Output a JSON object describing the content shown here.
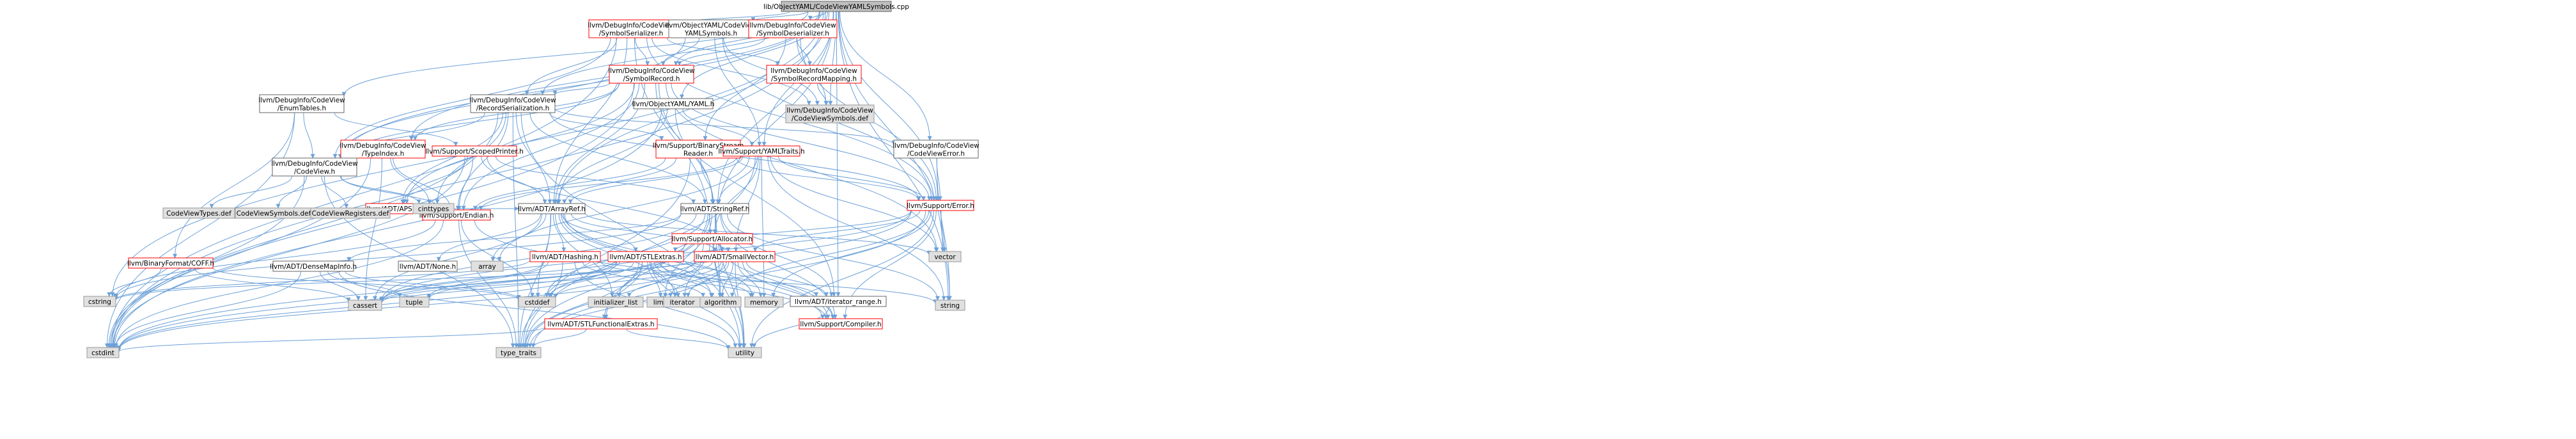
{
  "graph_title": "lib/ObjectYAML/CodeViewYAMLSymbols.cpp",
  "colors": {
    "root_fill": "#bfbfbf",
    "root_stroke": "#666666",
    "documented_stroke": "#ff0000",
    "undocumented_stroke": "#666666",
    "external_fill": "#e0e0e0",
    "external_stroke": "#999999",
    "edge": "#6ca0d8"
  },
  "nodes": {
    "root": {
      "lines": [
        "lib/ObjectYAML/CodeViewYAMLSymbols.cpp"
      ],
      "kind": "root"
    },
    "symserializer": {
      "lines": [
        "llvm/DebugInfo/CodeView",
        "/SymbolSerializer.h"
      ],
      "kind": "doc"
    },
    "yamlsymbols": {
      "lines": [
        "llvm/ObjectYAML/CodeView",
        "YAMLSymbols.h"
      ],
      "kind": "plain"
    },
    "symdeserializer": {
      "lines": [
        "llvm/DebugInfo/CodeView",
        "/SymbolDeserializer.h"
      ],
      "kind": "doc"
    },
    "symrecord": {
      "lines": [
        "llvm/DebugInfo/CodeView",
        "/SymbolRecord.h"
      ],
      "kind": "doc"
    },
    "symrecordmapping": {
      "lines": [
        "llvm/DebugInfo/CodeView",
        "/SymbolRecordMapping.h"
      ],
      "kind": "doc"
    },
    "cvsymbolsdef_top": {
      "lines": [
        "llvm/DebugInfo/CodeView",
        "/CodeViewSymbols.def"
      ],
      "kind": "external"
    },
    "enumtables": {
      "lines": [
        "llvm/DebugInfo/CodeView",
        "/EnumTables.h"
      ],
      "kind": "plain"
    },
    "recordser": {
      "lines": [
        "llvm/DebugInfo/CodeView",
        "/RecordSerialization.h"
      ],
      "kind": "plain"
    },
    "objyaml": {
      "lines": [
        "llvm/ObjectYAML/YAML.h"
      ],
      "kind": "plain"
    },
    "cverror": {
      "lines": [
        "llvm/DebugInfo/CodeView",
        "/CodeViewError.h"
      ],
      "kind": "plain"
    },
    "typeindex": {
      "lines": [
        "llvm/DebugInfo/CodeView",
        "/TypeIndex.h"
      ],
      "kind": "doc"
    },
    "scopedprinter": {
      "lines": [
        "llvm/Support/ScopedPrinter.h"
      ],
      "kind": "doc"
    },
    "bsreader": {
      "lines": [
        "llvm/Support/BinaryStream",
        "Reader.h"
      ],
      "kind": "doc"
    },
    "yamltraits": {
      "lines": [
        "llvm/Support/YAMLTraits.h"
      ],
      "kind": "doc"
    },
    "codeview": {
      "lines": [
        "llvm/DebugInfo/CodeView",
        "/CodeView.h"
      ],
      "kind": "plain"
    },
    "apsint": {
      "lines": [
        "llvm/ADT/APSInt.h"
      ],
      "kind": "doc"
    },
    "endian": {
      "lines": [
        "llvm/Support/Endian.h"
      ],
      "kind": "doc"
    },
    "arrayref": {
      "lines": [
        "llvm/ADT/ArrayRef.h"
      ],
      "kind": "plain"
    },
    "stringref": {
      "lines": [
        "llvm/ADT/StringRef.h"
      ],
      "kind": "plain"
    },
    "allocator": {
      "lines": [
        "llvm/Support/Allocator.h"
      ],
      "kind": "doc"
    },
    "error": {
      "lines": [
        "llvm/Support/Error.h"
      ],
      "kind": "doc"
    },
    "coff": {
      "lines": [
        "llvm/BinaryFormat/COFF.h"
      ],
      "kind": "doc"
    },
    "cvtypesdef": {
      "lines": [
        "CodeViewTypes.def"
      ],
      "kind": "external"
    },
    "cvsymbolsdef": {
      "lines": [
        "CodeViewSymbols.def"
      ],
      "kind": "external"
    },
    "cvregistersdef": {
      "lines": [
        "CodeViewRegisters.def"
      ],
      "kind": "external"
    },
    "cinttypes": {
      "lines": [
        "cinttypes"
      ],
      "kind": "external"
    },
    "densemapinfo": {
      "lines": [
        "llvm/ADT/DenseMapInfo.h"
      ],
      "kind": "plain"
    },
    "none": {
      "lines": [
        "llvm/ADT/None.h"
      ],
      "kind": "plain"
    },
    "array": {
      "lines": [
        "array"
      ],
      "kind": "external"
    },
    "hashing": {
      "lines": [
        "llvm/ADT/Hashing.h"
      ],
      "kind": "doc"
    },
    "stlextras": {
      "lines": [
        "llvm/ADT/STLExtras.h"
      ],
      "kind": "doc"
    },
    "smallvector": {
      "lines": [
        "llvm/ADT/SmallVector.h"
      ],
      "kind": "doc"
    },
    "vector": {
      "lines": [
        "vector"
      ],
      "kind": "external"
    },
    "stlfunc": {
      "lines": [
        "llvm/ADT/STLFunctionalExtras.h"
      ],
      "kind": "doc"
    },
    "iterrange": {
      "lines": [
        "llvm/ADT/iterator_range.h"
      ],
      "kind": "plain"
    },
    "compiler": {
      "lines": [
        "llvm/Support/Compiler.h"
      ],
      "kind": "doc"
    },
    "cstring": {
      "lines": [
        "cstring"
      ],
      "kind": "external"
    },
    "cassert": {
      "lines": [
        "cassert"
      ],
      "kind": "external"
    },
    "tuple": {
      "lines": [
        "tuple"
      ],
      "kind": "external"
    },
    "cstddef": {
      "lines": [
        "cstddef"
      ],
      "kind": "external"
    },
    "initlist": {
      "lines": [
        "initializer_list"
      ],
      "kind": "external"
    },
    "limits": {
      "lines": [
        "limits"
      ],
      "kind": "external"
    },
    "iterator": {
      "lines": [
        "iterator"
      ],
      "kind": "external"
    },
    "algorithm": {
      "lines": [
        "algorithm"
      ],
      "kind": "external"
    },
    "memory": {
      "lines": [
        "memory"
      ],
      "kind": "external"
    },
    "string": {
      "lines": [
        "string"
      ],
      "kind": "external"
    },
    "cstdint": {
      "lines": [
        "cstdint"
      ],
      "kind": "external"
    },
    "typetraits": {
      "lines": [
        "type_traits"
      ],
      "kind": "external"
    },
    "utility": {
      "lines": [
        "utility"
      ],
      "kind": "external"
    }
  }
}
